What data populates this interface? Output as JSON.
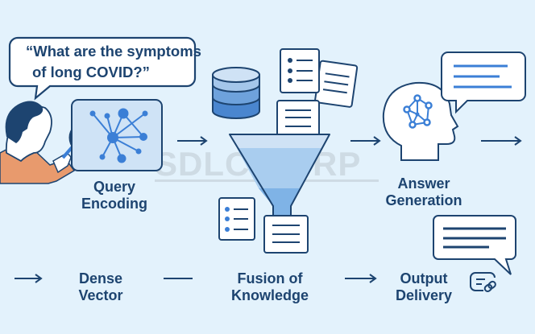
{
  "diagram": {
    "query_bubble": {
      "text_line1": "“What are the symptoms",
      "text_line2": "of long COVID?”"
    },
    "steps": [
      {
        "id": "query-encoding",
        "line1": "Query",
        "line2": "Encoding"
      },
      {
        "id": "dense-vector",
        "line1": "Dense",
        "line2": "Vector"
      },
      {
        "id": "fusion-of-knowledge",
        "line1": "Fusion of",
        "line2": "Knowledge"
      },
      {
        "id": "answer-generation",
        "line1": "Answer",
        "line2": "Generation"
      },
      {
        "id": "output-delivery",
        "line1": "Output",
        "line2": "Delivery"
      }
    ],
    "watermark": "SDLC CORP",
    "icons": [
      "person-with-magnifier-icon",
      "network-graph-icon",
      "database-icon",
      "document-list-icon",
      "document-icon",
      "funnel-icon",
      "head-brain-network-icon",
      "speech-bubble-icon",
      "chat-link-icon",
      "arrow-right-icon"
    ],
    "colors": {
      "background": "#e3f2fc",
      "navy": "#1d4470",
      "blue": "#3b7fd6",
      "light_blue": "#a9cdef",
      "skin": "#e89a6d"
    }
  }
}
